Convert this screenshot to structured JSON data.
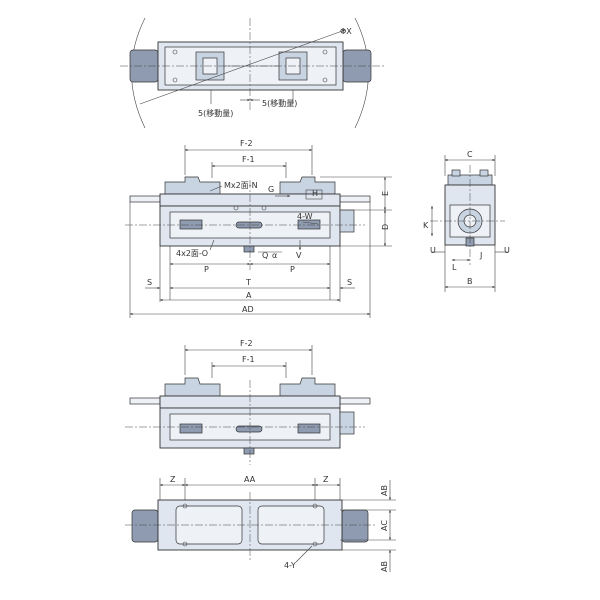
{
  "top_view": {
    "dim_phi": "ΦX",
    "dim_stroke_left": "5(移動量)",
    "dim_stroke_right": "5(移動量)"
  },
  "front_view": {
    "dim_f2": "F-2",
    "dim_f1": "F-1",
    "label_m": "Mx2面-N",
    "label_h": "H",
    "label_g": "G",
    "label_e": "E",
    "label_d": "D",
    "label_w": "4-W",
    "label_o": "4x2面-O",
    "label_q": "Q",
    "label_alpha": "α",
    "label_v": "V",
    "label_p_left": "P",
    "label_p_right": "P",
    "label_t": "T",
    "label_s_left": "S",
    "label_s_right": "S",
    "label_a": "A",
    "label_ad": "AD"
  },
  "side_view": {
    "label_c": "C",
    "label_k": "K",
    "label_u_left": "U",
    "label_u_right": "U",
    "label_l": "L",
    "label_j": "J",
    "label_b": "B"
  },
  "front_view_2": {
    "dim_f2": "F-2",
    "dim_f1": "F-1"
  },
  "bottom_view": {
    "label_z_left": "Z",
    "label_aa": "AA",
    "label_z_right": "Z",
    "label_ab_top": "AB",
    "label_ac": "AC",
    "label_ab_bottom": "AB",
    "label_y": "4-Y"
  }
}
